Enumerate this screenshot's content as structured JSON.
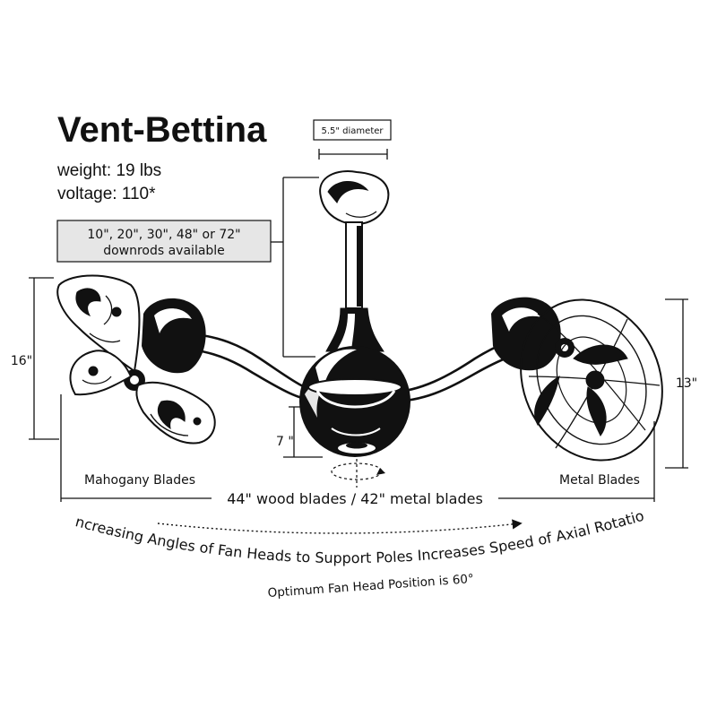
{
  "title": "Vent-Bettina",
  "specs": {
    "weight": "weight: 19 lbs",
    "voltage": "voltage: 110*"
  },
  "downrods": {
    "line1": "10\", 20\", 30\", 48\" or 72\"",
    "line2": "downrods available"
  },
  "canopy_diameter": "5.5\" diameter",
  "dimensions": {
    "height_left": "16\"",
    "height_right": "13\"",
    "bowl_depth": "7 \"",
    "overall_width": "44\" wood blades / 42\" metal blades"
  },
  "blade_labels": {
    "left": "Mahogany Blades",
    "right": "Metal Blades"
  },
  "notes": {
    "arc_text": "Increasing Angles of Fan Heads to Support Poles Increases Speed of Axial Rotation",
    "optimum": "Optimum Fan Head Position is 60°"
  },
  "colors": {
    "ink": "#111111",
    "box_fill": "#e6e6e6",
    "paper": "#ffffff"
  }
}
